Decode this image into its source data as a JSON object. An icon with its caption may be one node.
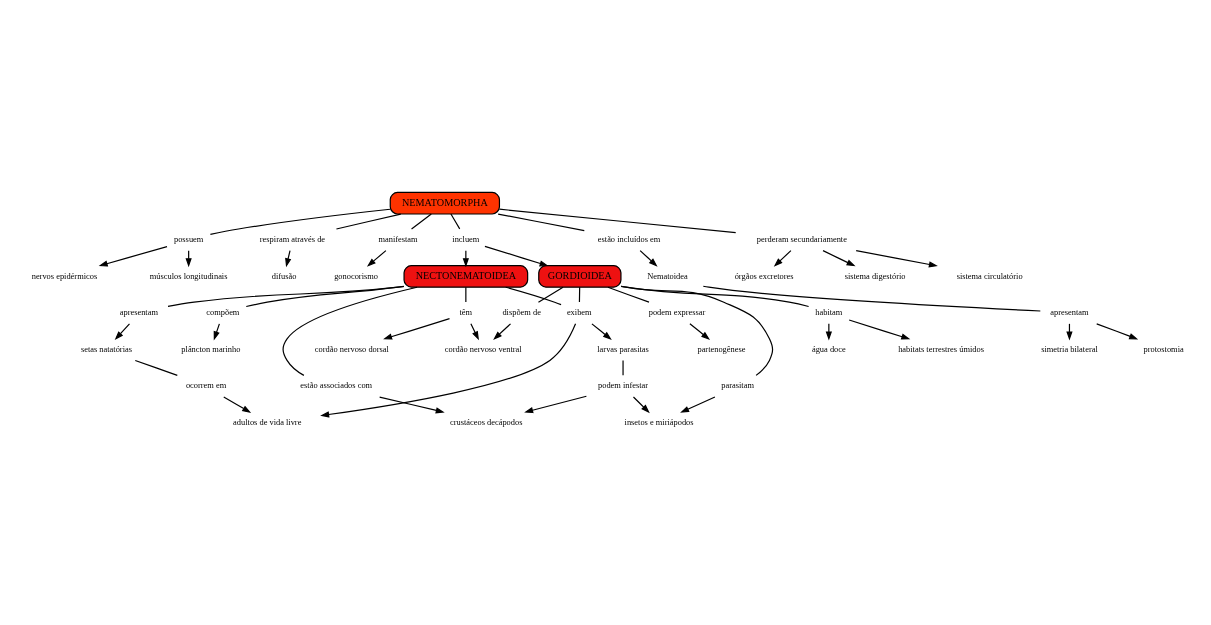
{
  "diagram": {
    "nodes": [
      {
        "text": [
          "NEMATOMORPHA"
        ]
      },
      {
        "text": [
          "possuem"
        ]
      },
      {
        "text": [
          "nervos epidérmicos"
        ]
      },
      {
        "text": [
          "músculos longitudinais"
        ]
      },
      {
        "text": [
          "respiram através de"
        ]
      },
      {
        "text": [
          "difusão"
        ]
      },
      {
        "text": [
          "manifestam"
        ]
      },
      {
        "text": [
          "gonocorismo"
        ]
      },
      {
        "text": [
          "incluem"
        ]
      },
      {
        "text": [
          "estão incluídos em"
        ]
      },
      {
        "text": [
          "Nematoidea"
        ]
      },
      {
        "text": [
          "apresentam"
        ]
      },
      {
        "text": [
          "simetria bilateral"
        ]
      },
      {
        "text": [
          "protostomia"
        ]
      },
      {
        "text": [
          "NECTONEMATOIDEA"
        ]
      },
      {
        "text": [
          "GORDIOIDEA"
        ]
      },
      {
        "text": [
          "perderam secundariamente"
        ]
      },
      {
        "text": [
          "sistema digestório"
        ]
      },
      {
        "text": [
          "sistema circulatório"
        ]
      },
      {
        "text": [
          "órgãos excretores"
        ]
      },
      {
        "text": [
          "têm"
        ]
      },
      {
        "text": [
          "cordão nervoso dorsal"
        ]
      },
      {
        "text": [
          "cordão nervoso ventral"
        ]
      },
      {
        "text": [
          "dispõem de"
        ]
      },
      {
        "text": [
          "apresentam"
        ]
      },
      {
        "text": [
          "setas natatórias"
        ]
      },
      {
        "text": [
          "compõem"
        ]
      },
      {
        "text": [
          "plâncton marinho"
        ]
      },
      {
        "text": [
          "ocorrem em"
        ]
      },
      {
        "text": [
          "adultos de vida livre"
        ]
      },
      {
        "text": [
          "estão associados com"
        ]
      },
      {
        "text": [
          "crustáceos decápodos"
        ]
      },
      {
        "text": [
          "podem infestar"
        ]
      },
      {
        "text": [
          "insetos e miriápodos"
        ]
      },
      {
        "text": [
          "parasitam"
        ]
      },
      {
        "text": [
          "larvas parasitas"
        ]
      },
      {
        "text": [
          "exibem"
        ]
      },
      {
        "text": [
          "habitam"
        ]
      },
      {
        "text": [
          "habitats terrestres úmidos"
        ]
      },
      {
        "text": [
          "água doce"
        ]
      },
      {
        "text": [
          "podem expressar"
        ]
      },
      {
        "text": [
          "partenogênese"
        ]
      }
    ],
    "edges": [
      {
        "from": 0,
        "to": 1,
        "arrow": "none"
      },
      {
        "from": 1,
        "to": 2,
        "arrow": "to"
      },
      {
        "from": 1,
        "to": 3,
        "arrow": "to"
      },
      {
        "from": 0,
        "to": 4,
        "arrow": "none"
      },
      {
        "from": 4,
        "to": 5,
        "arrow": "to"
      },
      {
        "from": 0,
        "to": 6,
        "arrow": "none"
      },
      {
        "from": 6,
        "to": 7,
        "arrow": "to"
      },
      {
        "from": 0,
        "to": 8,
        "arrow": "none"
      },
      {
        "from": 8,
        "to": 14,
        "arrow": "to"
      },
      {
        "from": 8,
        "to": 15,
        "arrow": "to"
      },
      {
        "from": 0,
        "to": 9,
        "arrow": "none"
      },
      {
        "from": 9,
        "to": 10,
        "arrow": "to"
      },
      {
        "from": 10,
        "to": 11,
        "arrow": "none"
      },
      {
        "from": 11,
        "to": 12,
        "arrow": "to"
      },
      {
        "from": 11,
        "to": 13,
        "arrow": "to"
      },
      {
        "from": 0,
        "to": 16,
        "arrow": "none"
      },
      {
        "from": 16,
        "to": 17,
        "arrow": "to"
      },
      {
        "from": 16,
        "to": 18,
        "arrow": "to"
      },
      {
        "from": 16,
        "to": 19,
        "arrow": "to"
      },
      {
        "from": 14,
        "to": 20,
        "arrow": "none"
      },
      {
        "from": 20,
        "to": 21,
        "arrow": "to"
      },
      {
        "from": 20,
        "to": 22,
        "arrow": "to"
      },
      {
        "from": 15,
        "to": 23,
        "arrow": "none"
      },
      {
        "from": 23,
        "to": 22,
        "arrow": "to"
      },
      {
        "from": 14,
        "to": 24,
        "arrow": "none"
      },
      {
        "from": 24,
        "to": 25,
        "arrow": "to"
      },
      {
        "from": 14,
        "to": 26,
        "arrow": "none"
      },
      {
        "from": 26,
        "to": 27,
        "arrow": "to"
      },
      {
        "from": 25,
        "to": 28,
        "arrow": "none"
      },
      {
        "from": 28,
        "to": 29,
        "arrow": "to"
      },
      {
        "from": 14,
        "to": 30,
        "arrow": "none"
      },
      {
        "from": 30,
        "to": 31,
        "arrow": "to"
      },
      {
        "from": 35,
        "to": 32,
        "arrow": "none"
      },
      {
        "from": 32,
        "to": 31,
        "arrow": "to"
      },
      {
        "from": 32,
        "to": 33,
        "arrow": "to"
      },
      {
        "from": 15,
        "to": 34,
        "arrow": "none"
      },
      {
        "from": 34,
        "to": 33,
        "arrow": "to"
      },
      {
        "from": 14,
        "to": 36,
        "arrow": "none"
      },
      {
        "from": 15,
        "to": 36,
        "arrow": "none"
      },
      {
        "from": 36,
        "to": 29,
        "arrow": "to"
      },
      {
        "from": 36,
        "to": 35,
        "arrow": "to"
      },
      {
        "from": 15,
        "to": 37,
        "arrow": "none"
      },
      {
        "from": 37,
        "to": 38,
        "arrow": "to"
      },
      {
        "from": 37,
        "to": 39,
        "arrow": "to"
      },
      {
        "from": 15,
        "to": 40,
        "arrow": "none"
      },
      {
        "from": 40,
        "to": 41,
        "arrow": "to"
      }
    ]
  }
}
